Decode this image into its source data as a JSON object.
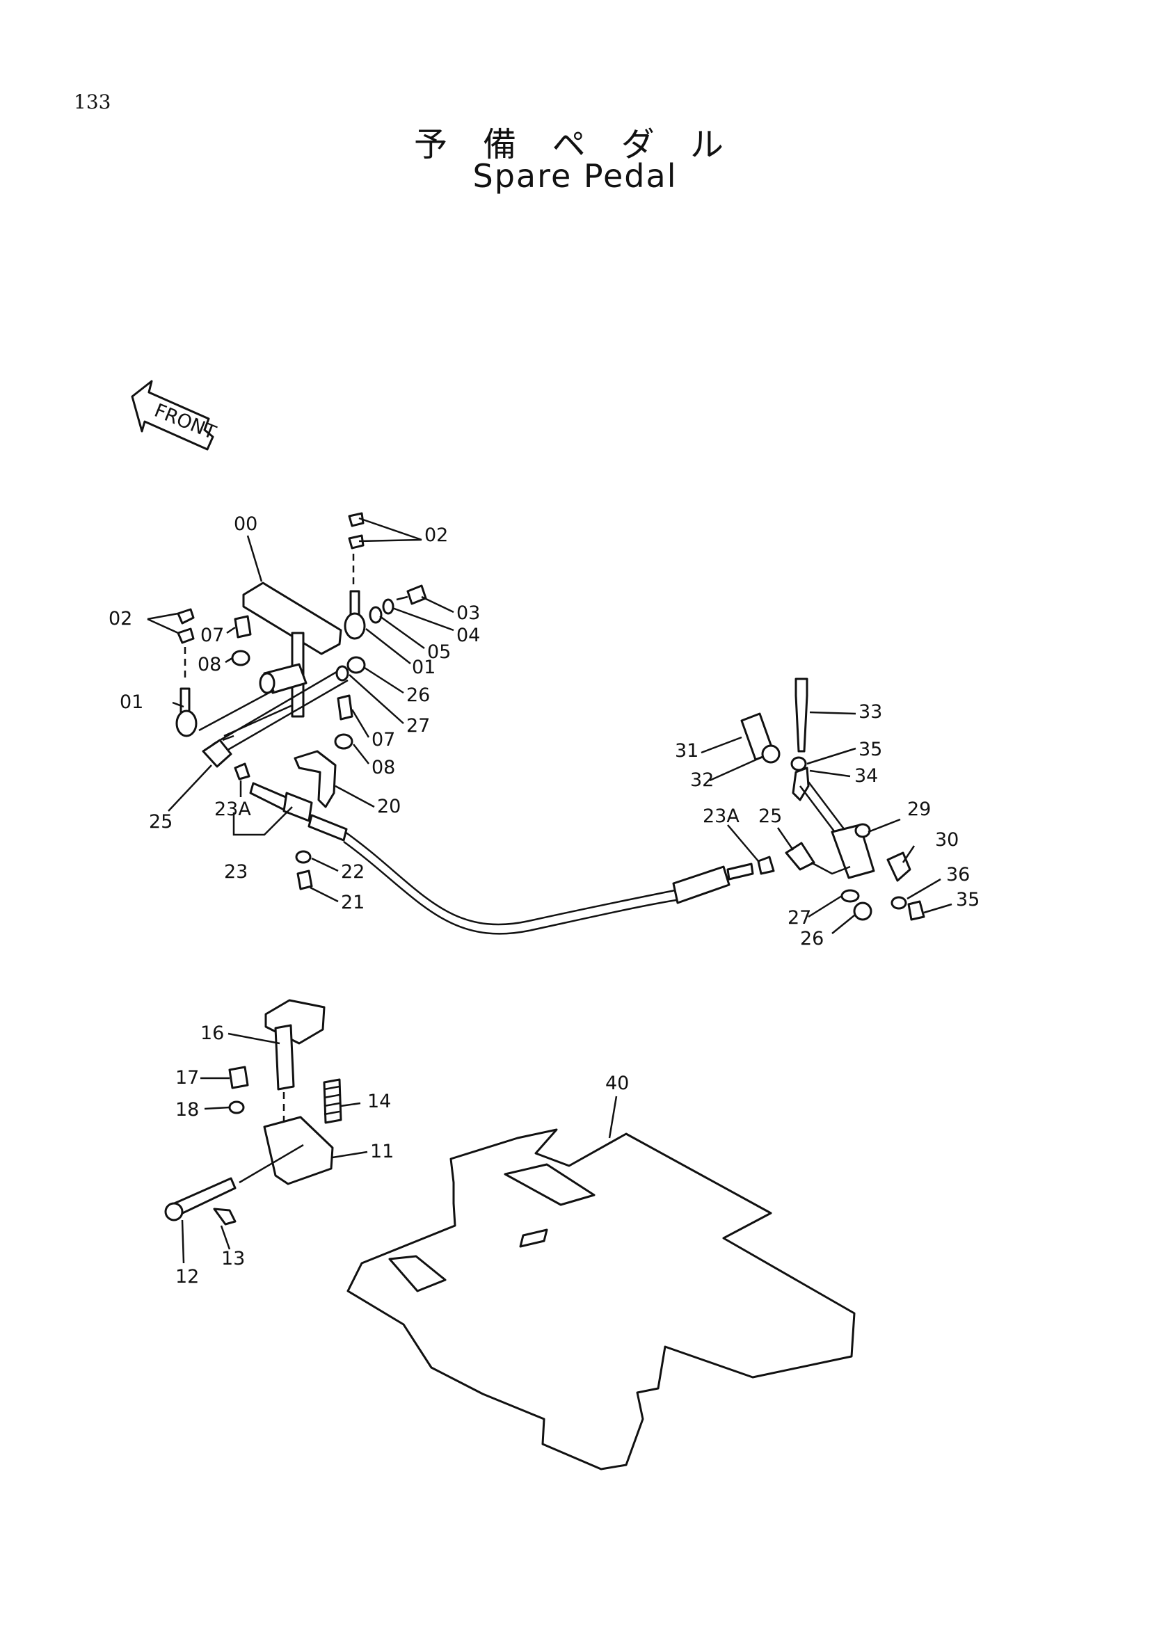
{
  "page": {
    "number": "133"
  },
  "title": {
    "ja": "予 備 ペ ダ ル",
    "en": "Spare Pedal"
  },
  "front_marker": "FRONT",
  "colors": {
    "ink": "#111111",
    "paper": "#ffffff"
  },
  "labels": {
    "l00": "00",
    "l02a": "02",
    "l02b": "02",
    "l03": "03",
    "l04": "04",
    "l05": "05",
    "l01a": "01",
    "l01b": "01",
    "l07a": "07",
    "l08a": "08",
    "l26a": "26",
    "l27a": "27",
    "l07b": "07",
    "l08b": "08",
    "l25a": "25",
    "l23Aa": "23A",
    "l23": "23",
    "l20": "20",
    "l22": "22",
    "l21": "21",
    "l33": "33",
    "l35a": "35",
    "l31": "31",
    "l32": "32",
    "l34": "34",
    "l29": "29",
    "l23Ab": "23A",
    "l25b": "25",
    "l30": "30",
    "l36": "36",
    "l35b": "35",
    "l27b": "27",
    "l26b": "26",
    "l16": "16",
    "l17": "17",
    "l18": "18",
    "l14": "14",
    "l11": "11",
    "l40": "40",
    "l12": "12",
    "l13": "13"
  }
}
